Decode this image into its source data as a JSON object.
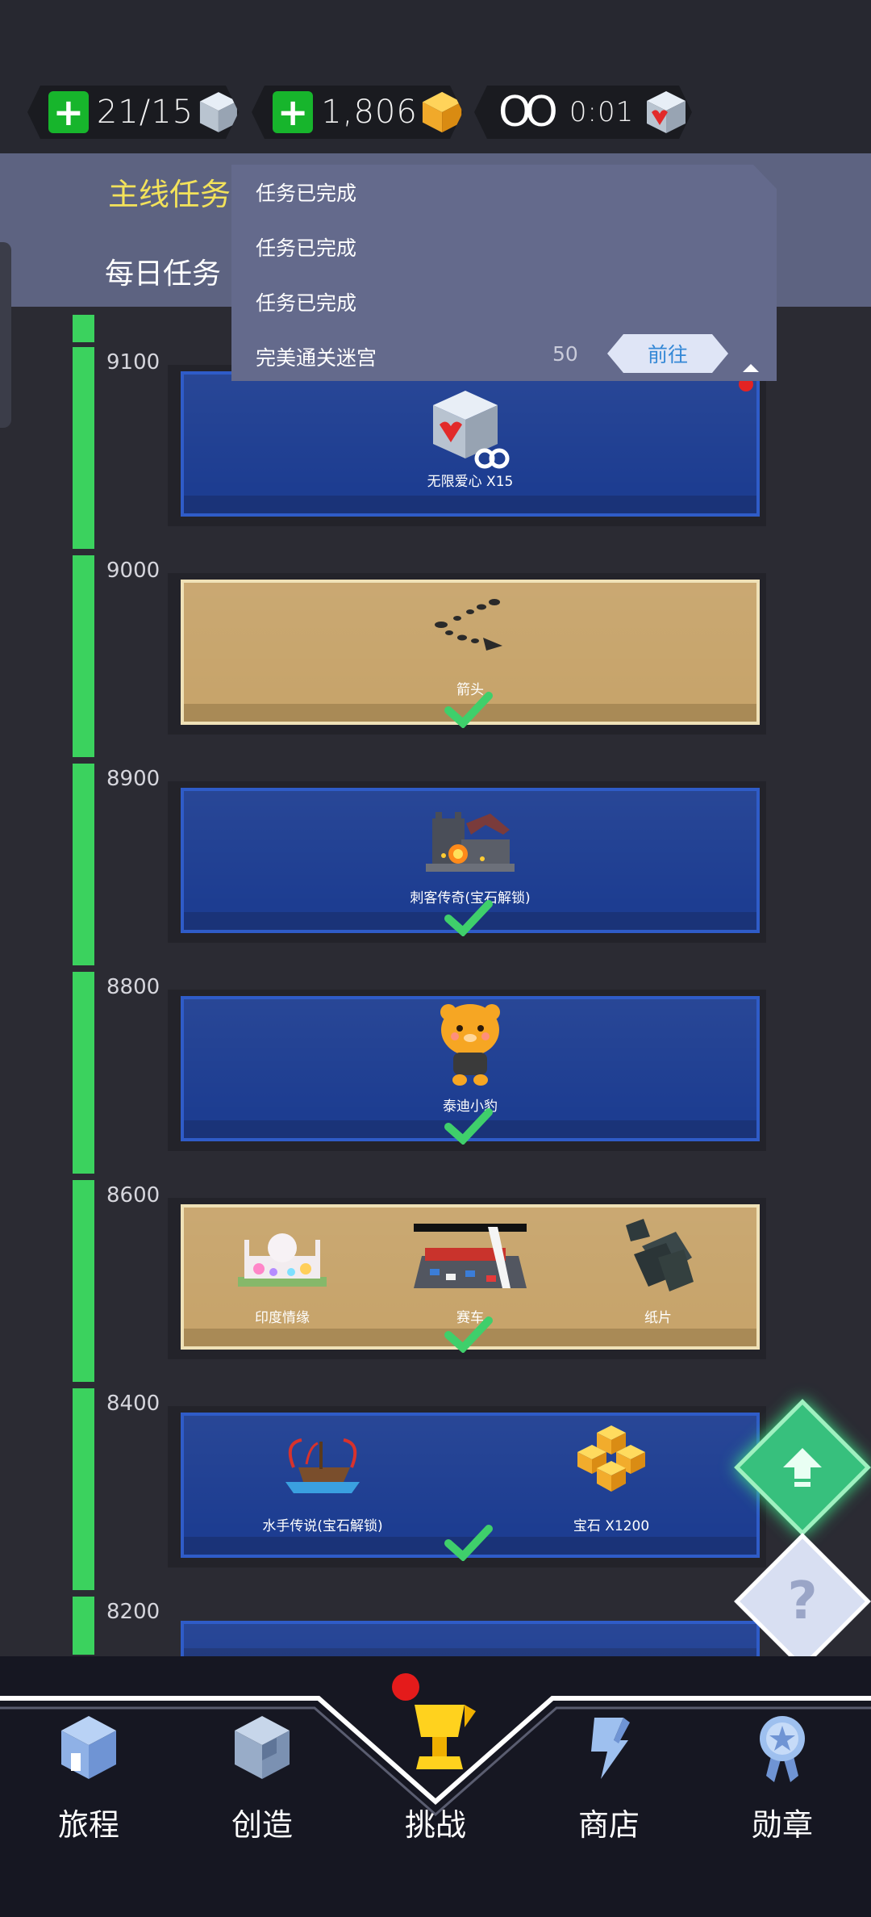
{
  "resources": {
    "lives": "21/15",
    "gems": "1,806",
    "timer": "0:01"
  },
  "tabs": {
    "main": "主线任务",
    "daily": "每日任务"
  },
  "dropdown": {
    "rows": [
      "任务已完成",
      "任务已完成",
      "任务已完成"
    ],
    "task": "完美通关迷宫",
    "reward": "50",
    "go_label": "前往"
  },
  "timeline": {
    "scores": [
      "9100",
      "9000",
      "8900",
      "8800",
      "8600",
      "8400",
      "8200"
    ]
  },
  "cards": [
    {
      "label": "无限爱心 X15"
    },
    {
      "label": "箭头"
    },
    {
      "label": "刺客传奇(宝石解锁)"
    },
    {
      "label": "泰迪小豹"
    },
    {
      "labels": [
        "印度情缘",
        "赛车",
        "纸片"
      ]
    },
    {
      "labels": [
        "水手传说(宝石解锁)",
        "宝石 X1200"
      ]
    }
  ],
  "nav": {
    "items": [
      "旅程",
      "创造",
      "挑战",
      "商店",
      "勋章"
    ]
  },
  "colors": {
    "accent_green": "#3bd25e",
    "tab_active": "#f3e25a",
    "card_blue": "#1d3d91",
    "card_gold": "#c7a46b",
    "go_text": "#3488d6"
  },
  "icons": [
    "plus-icon",
    "cube-icon",
    "gem-icon",
    "infinity-icon",
    "check-icon",
    "up-arrow-icon",
    "question-icon",
    "trophy-icon"
  ]
}
